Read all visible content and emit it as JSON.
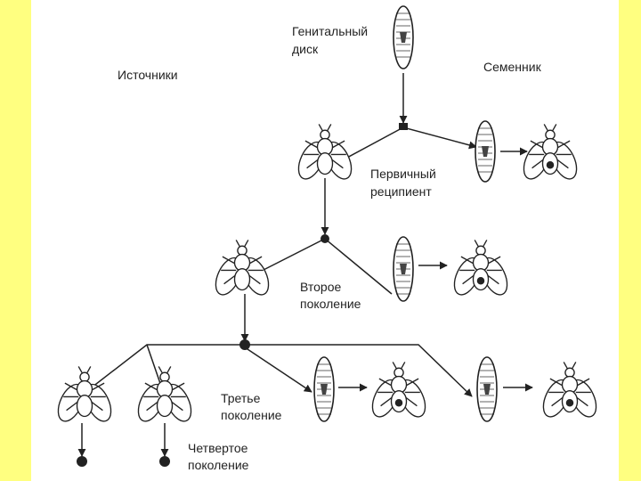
{
  "colors": {
    "page_border": "#ffff80",
    "panel": "#ffffff",
    "ink": "#222222"
  },
  "labels": {
    "genital_disc": [
      "Генитальный",
      "диск"
    ],
    "sources": "Источники",
    "testis": "Семенник",
    "primary": [
      "Первичный",
      "реципиент"
    ],
    "second": [
      "Второе",
      "поколение"
    ],
    "third": [
      "Третье",
      "поколение"
    ],
    "fourth": [
      "Четвертое",
      "поколение"
    ]
  },
  "icons": {
    "fly": "fly-icon",
    "larva": "larva-icon",
    "disc": "disc-icon"
  }
}
